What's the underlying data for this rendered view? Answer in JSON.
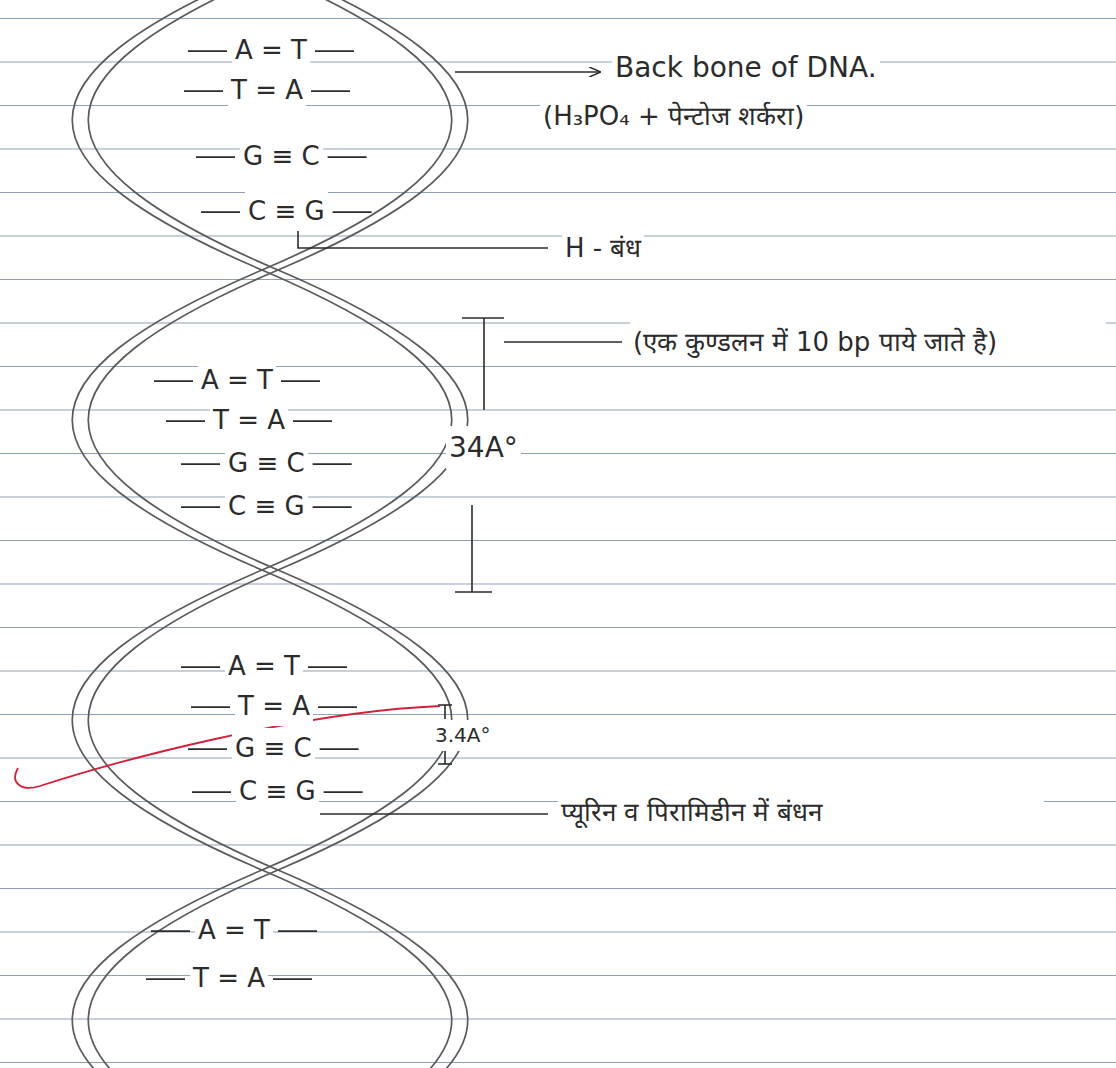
{
  "diagram": {
    "labels": [
      "A = T",
      "Back bone of DNA.",
      "T = A",
      "(H₃PO₄ + पेन्टोज शर्करा)",
      "G ≡ C",
      "C ≡ G",
      "H - बंध",
      "(एक कुण्डलन में 10 bp पाये जाते है)",
      "A = T",
      "T = A",
      "34A°",
      "G ≡ C",
      "C ≡ G",
      "A = T",
      "T = A",
      "3.4A°",
      "G ≡ C",
      "C ≡ G",
      "प्यूरिन व पिरामिडीन में बंधन",
      "A = T",
      "T = A"
    ]
  }
}
